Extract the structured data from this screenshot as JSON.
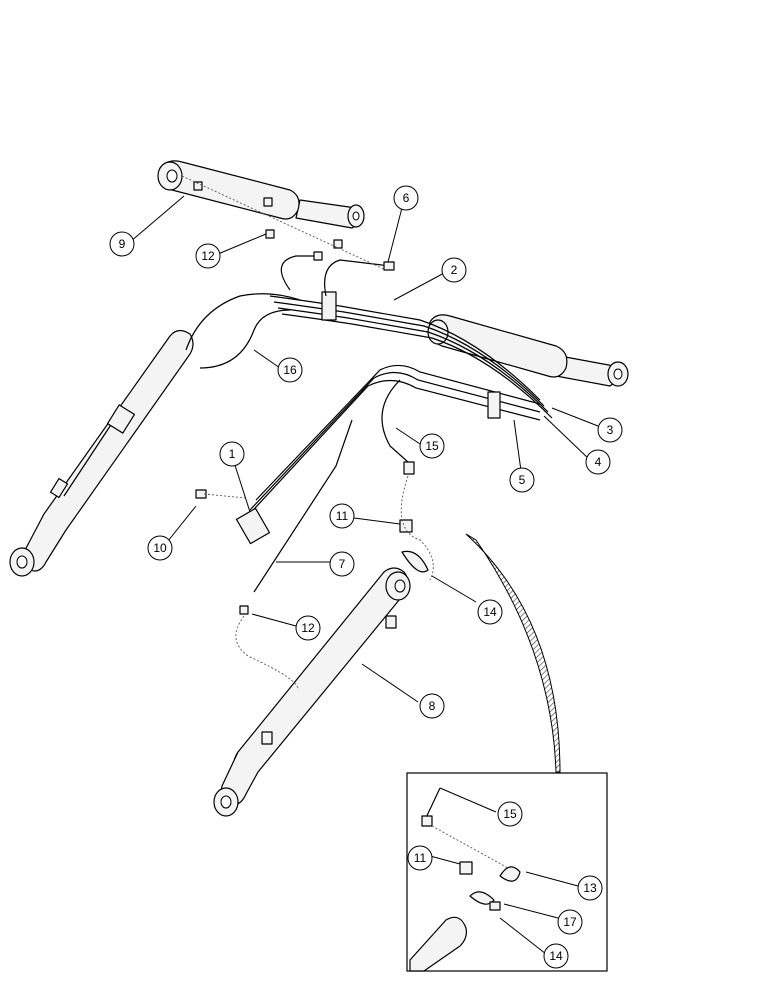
{
  "callouts": [
    {
      "id": "c1",
      "label": "1"
    },
    {
      "id": "c2",
      "label": "2"
    },
    {
      "id": "c3",
      "label": "3"
    },
    {
      "id": "c4",
      "label": "4"
    },
    {
      "id": "c5",
      "label": "5"
    },
    {
      "id": "c6",
      "label": "6"
    },
    {
      "id": "c7",
      "label": "7"
    },
    {
      "id": "c8",
      "label": "8"
    },
    {
      "id": "c9",
      "label": "9"
    },
    {
      "id": "c10",
      "label": "10"
    },
    {
      "id": "c11",
      "label": "11"
    },
    {
      "id": "c12a",
      "label": "12"
    },
    {
      "id": "c12b",
      "label": "12"
    },
    {
      "id": "c14",
      "label": "14"
    },
    {
      "id": "c15",
      "label": "15"
    },
    {
      "id": "c16",
      "label": "16"
    },
    {
      "id": "d15",
      "label": "15"
    },
    {
      "id": "d11",
      "label": "11"
    },
    {
      "id": "d13",
      "label": "13"
    },
    {
      "id": "d17",
      "label": "17"
    },
    {
      "id": "d14",
      "label": "14"
    }
  ]
}
